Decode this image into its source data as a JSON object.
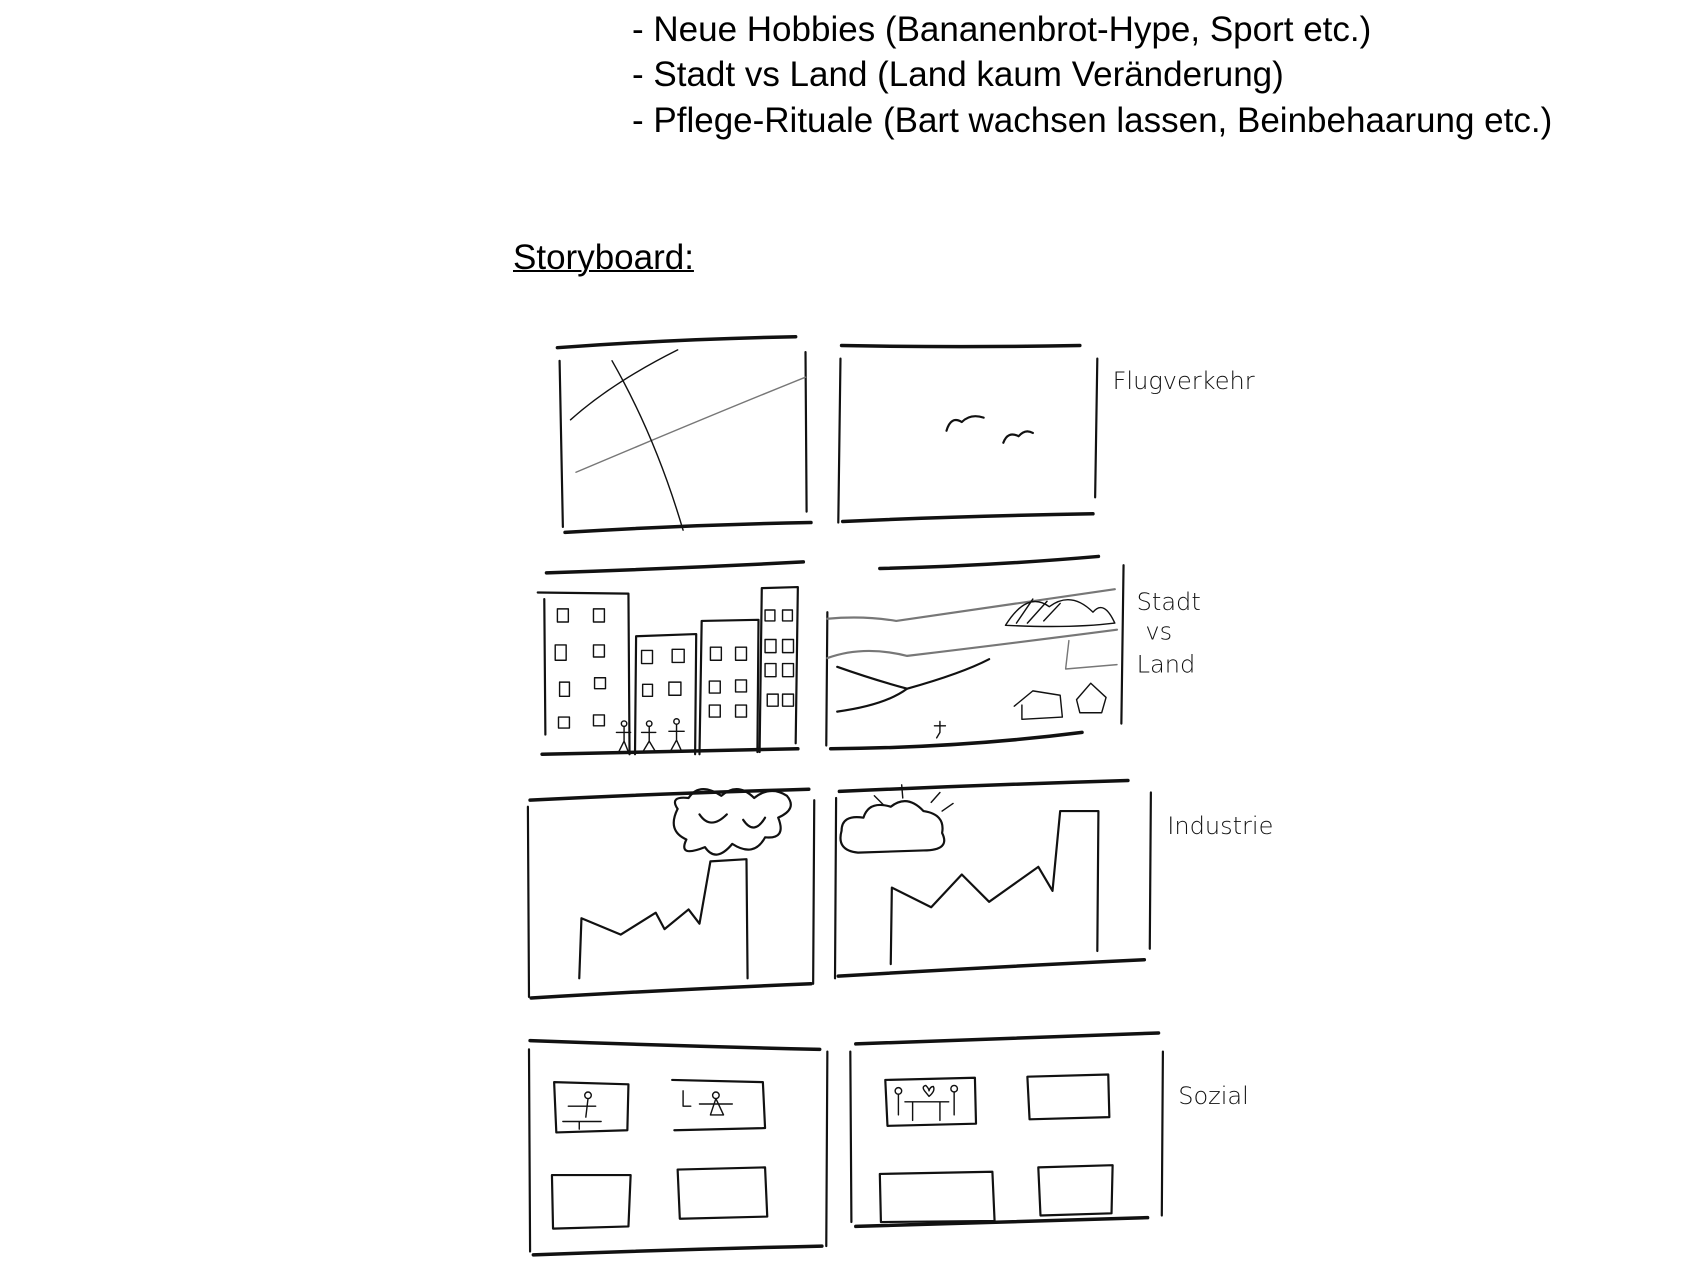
{
  "bullets": [
    "- Neue Hobbies (Bananenbrot-Hype, Sport etc.)",
    "- Stadt vs Land (Land kaum Veränderung)",
    "- Pflege-Rituale (Bart wachsen lassen, Beinbehaarung etc.)"
  ],
  "storyboard": {
    "heading": "Storyboard:",
    "rows": [
      {
        "label": "Flugverkehr"
      },
      {
        "label_lines": [
          "Stadt",
          "vs",
          "Land"
        ]
      },
      {
        "label": "Industrie"
      },
      {
        "label": "Sozial"
      }
    ]
  }
}
